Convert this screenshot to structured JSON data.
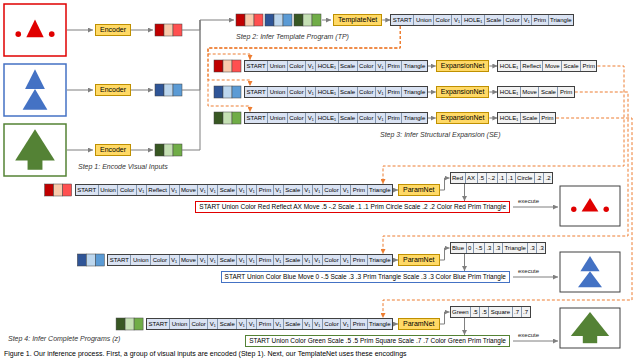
{
  "diagram": {
    "caption": "Figure 1. Our inference process. First, a group of visual inputs are encoded (Step 1). Next, our TemplateNet uses these encodings",
    "nodes": [
      {
        "text": [
          "Encoder"
        ]
      },
      {
        "text": [
          "Encoder"
        ]
      },
      {
        "text": [
          "Encoder"
        ]
      },
      {
        "text": [
          "TemplateNet"
        ]
      },
      {
        "text": [
          "START",
          "Union",
          "Color",
          "V₁",
          "HOLE₁",
          "Scale",
          "Color",
          "V₁",
          "Prim",
          "Triangle"
        ]
      },
      {
        "text": [
          "START",
          "Union",
          "Color",
          "V₁",
          "HOLE₁",
          "Scale",
          "Color",
          "V₁",
          "Prim",
          "Triangle"
        ]
      },
      {
        "text": [
          "ExpansionNet"
        ]
      },
      {
        "text": [
          "HOLE₁",
          "Reflect",
          "Move",
          "Scale",
          "Prim"
        ]
      },
      {
        "text": [
          "START",
          "Union",
          "Color",
          "V₁",
          "HOLE₁",
          "Scale",
          "Color",
          "V₁",
          "Prim",
          "Triangle"
        ]
      },
      {
        "text": [
          "ExpansionNet"
        ]
      },
      {
        "text": [
          "HOLE₁",
          "Move",
          "Scale",
          "Prim"
        ]
      },
      {
        "text": [
          "START",
          "Union",
          "Color",
          "V₁",
          "HOLE₁",
          "Scale",
          "Color",
          "V₁",
          "Prim",
          "Triangle"
        ]
      },
      {
        "text": [
          "ExpansionNet"
        ]
      },
      {
        "text": [
          "HOLE₁",
          "Scale",
          "Prim"
        ]
      },
      {
        "text": [
          "START",
          "Union",
          "Color",
          "V₁",
          "Reflect",
          "V₁",
          "Move",
          "V₁",
          "V₁",
          "Scale",
          "V₁",
          "V₁",
          "Prim",
          "V₁",
          "Scale",
          "V₁",
          "V₁",
          "Color",
          "V₁",
          "Prim",
          "Triangle"
        ]
      },
      {
        "text": [
          "ParamNet"
        ]
      },
      {
        "text": [
          "Red",
          "AX",
          ".5",
          "-.2",
          ".1",
          ".1",
          "Circle",
          ".2",
          ".2"
        ]
      },
      {
        "text": [
          "START Union Color Red Reflect AX Move .5 -.2 Scale .1 .1 Prim Circle Scale .2 .2 Color Red Prim Triangle"
        ]
      },
      {
        "text": [
          "START",
          "Union",
          "Color",
          "V₁",
          "Move",
          "V₁",
          "V₁",
          "Scale",
          "V₁",
          "V₁",
          "Prim",
          "V₁",
          "Scale",
          "V₁",
          "V₁",
          "Color",
          "V₁",
          "Prim",
          "Triangle"
        ]
      },
      {
        "text": [
          "ParamNet"
        ]
      },
      {
        "text": [
          "Blue",
          "0",
          "-.5",
          ".3",
          ".3",
          "Triangle",
          ".3",
          ".3"
        ]
      },
      {
        "text": [
          "START Union Color Blue Move 0 -.5 Scale .3 .3 Prim Triangle Scale .3 .3 Color Blue Prim Triangle"
        ]
      },
      {
        "text": [
          "START",
          "Union",
          "Color",
          "V₁",
          "Scale",
          "V₁",
          "V₁",
          "Prim",
          "V₁",
          "Scale",
          "V₁",
          "V₁",
          "Color",
          "V₁",
          "Prim",
          "Triangle"
        ]
      },
      {
        "text": [
          "ParamNet"
        ]
      },
      {
        "text": [
          "Green",
          ".5",
          ".5",
          "Square",
          ".7",
          ".7"
        ]
      },
      {
        "text": [
          "START Union Color Green Scale .5 .5 Prim Square Scale .7 .7 Color Green Prim Triangle"
        ]
      }
    ],
    "edges": [
      {
        "from": 3,
        "to": 4,
        "arrow": "to"
      },
      {
        "from": 4,
        "to": 5,
        "arrow": "to"
      },
      {
        "from": 4,
        "to": 8,
        "arrow": "to"
      },
      {
        "from": 4,
        "to": 11,
        "arrow": "to"
      },
      {
        "from": 5,
        "to": 6,
        "arrow": "to"
      },
      {
        "from": 6,
        "to": 7,
        "arrow": "to"
      },
      {
        "from": 8,
        "to": 9,
        "arrow": "to"
      },
      {
        "from": 9,
        "to": 10,
        "arrow": "to"
      },
      {
        "from": 11,
        "to": 12,
        "arrow": "to"
      },
      {
        "from": 12,
        "to": 13,
        "arrow": "to"
      },
      {
        "from": 7,
        "to": 14,
        "arrow": "to"
      },
      {
        "from": 10,
        "to": 18,
        "arrow": "to"
      },
      {
        "from": 13,
        "to": 22,
        "arrow": "to"
      },
      {
        "from": 14,
        "to": 15,
        "arrow": "to"
      },
      {
        "from": 15,
        "to": 16,
        "arrow": "to"
      },
      {
        "from": 16,
        "to": 17,
        "arrow": "to"
      },
      {
        "from": 18,
        "to": 19,
        "arrow": "to"
      },
      {
        "from": 19,
        "to": 20,
        "arrow": "to"
      },
      {
        "from": 20,
        "to": 21,
        "arrow": "to"
      },
      {
        "from": 22,
        "to": 23,
        "arrow": "to"
      },
      {
        "from": 23,
        "to": 24,
        "arrow": "to"
      },
      {
        "from": 24,
        "to": 25,
        "arrow": "to"
      }
    ],
    "labels": [
      "Step 1: Encode Visual Inputs",
      "Step 2: Infer Template Program (TP)",
      "Step 3: Infer Structural Expansion (SE)",
      "Step 4: Infer Complete Programs (z)",
      "execute",
      "execute",
      "execute"
    ]
  }
}
